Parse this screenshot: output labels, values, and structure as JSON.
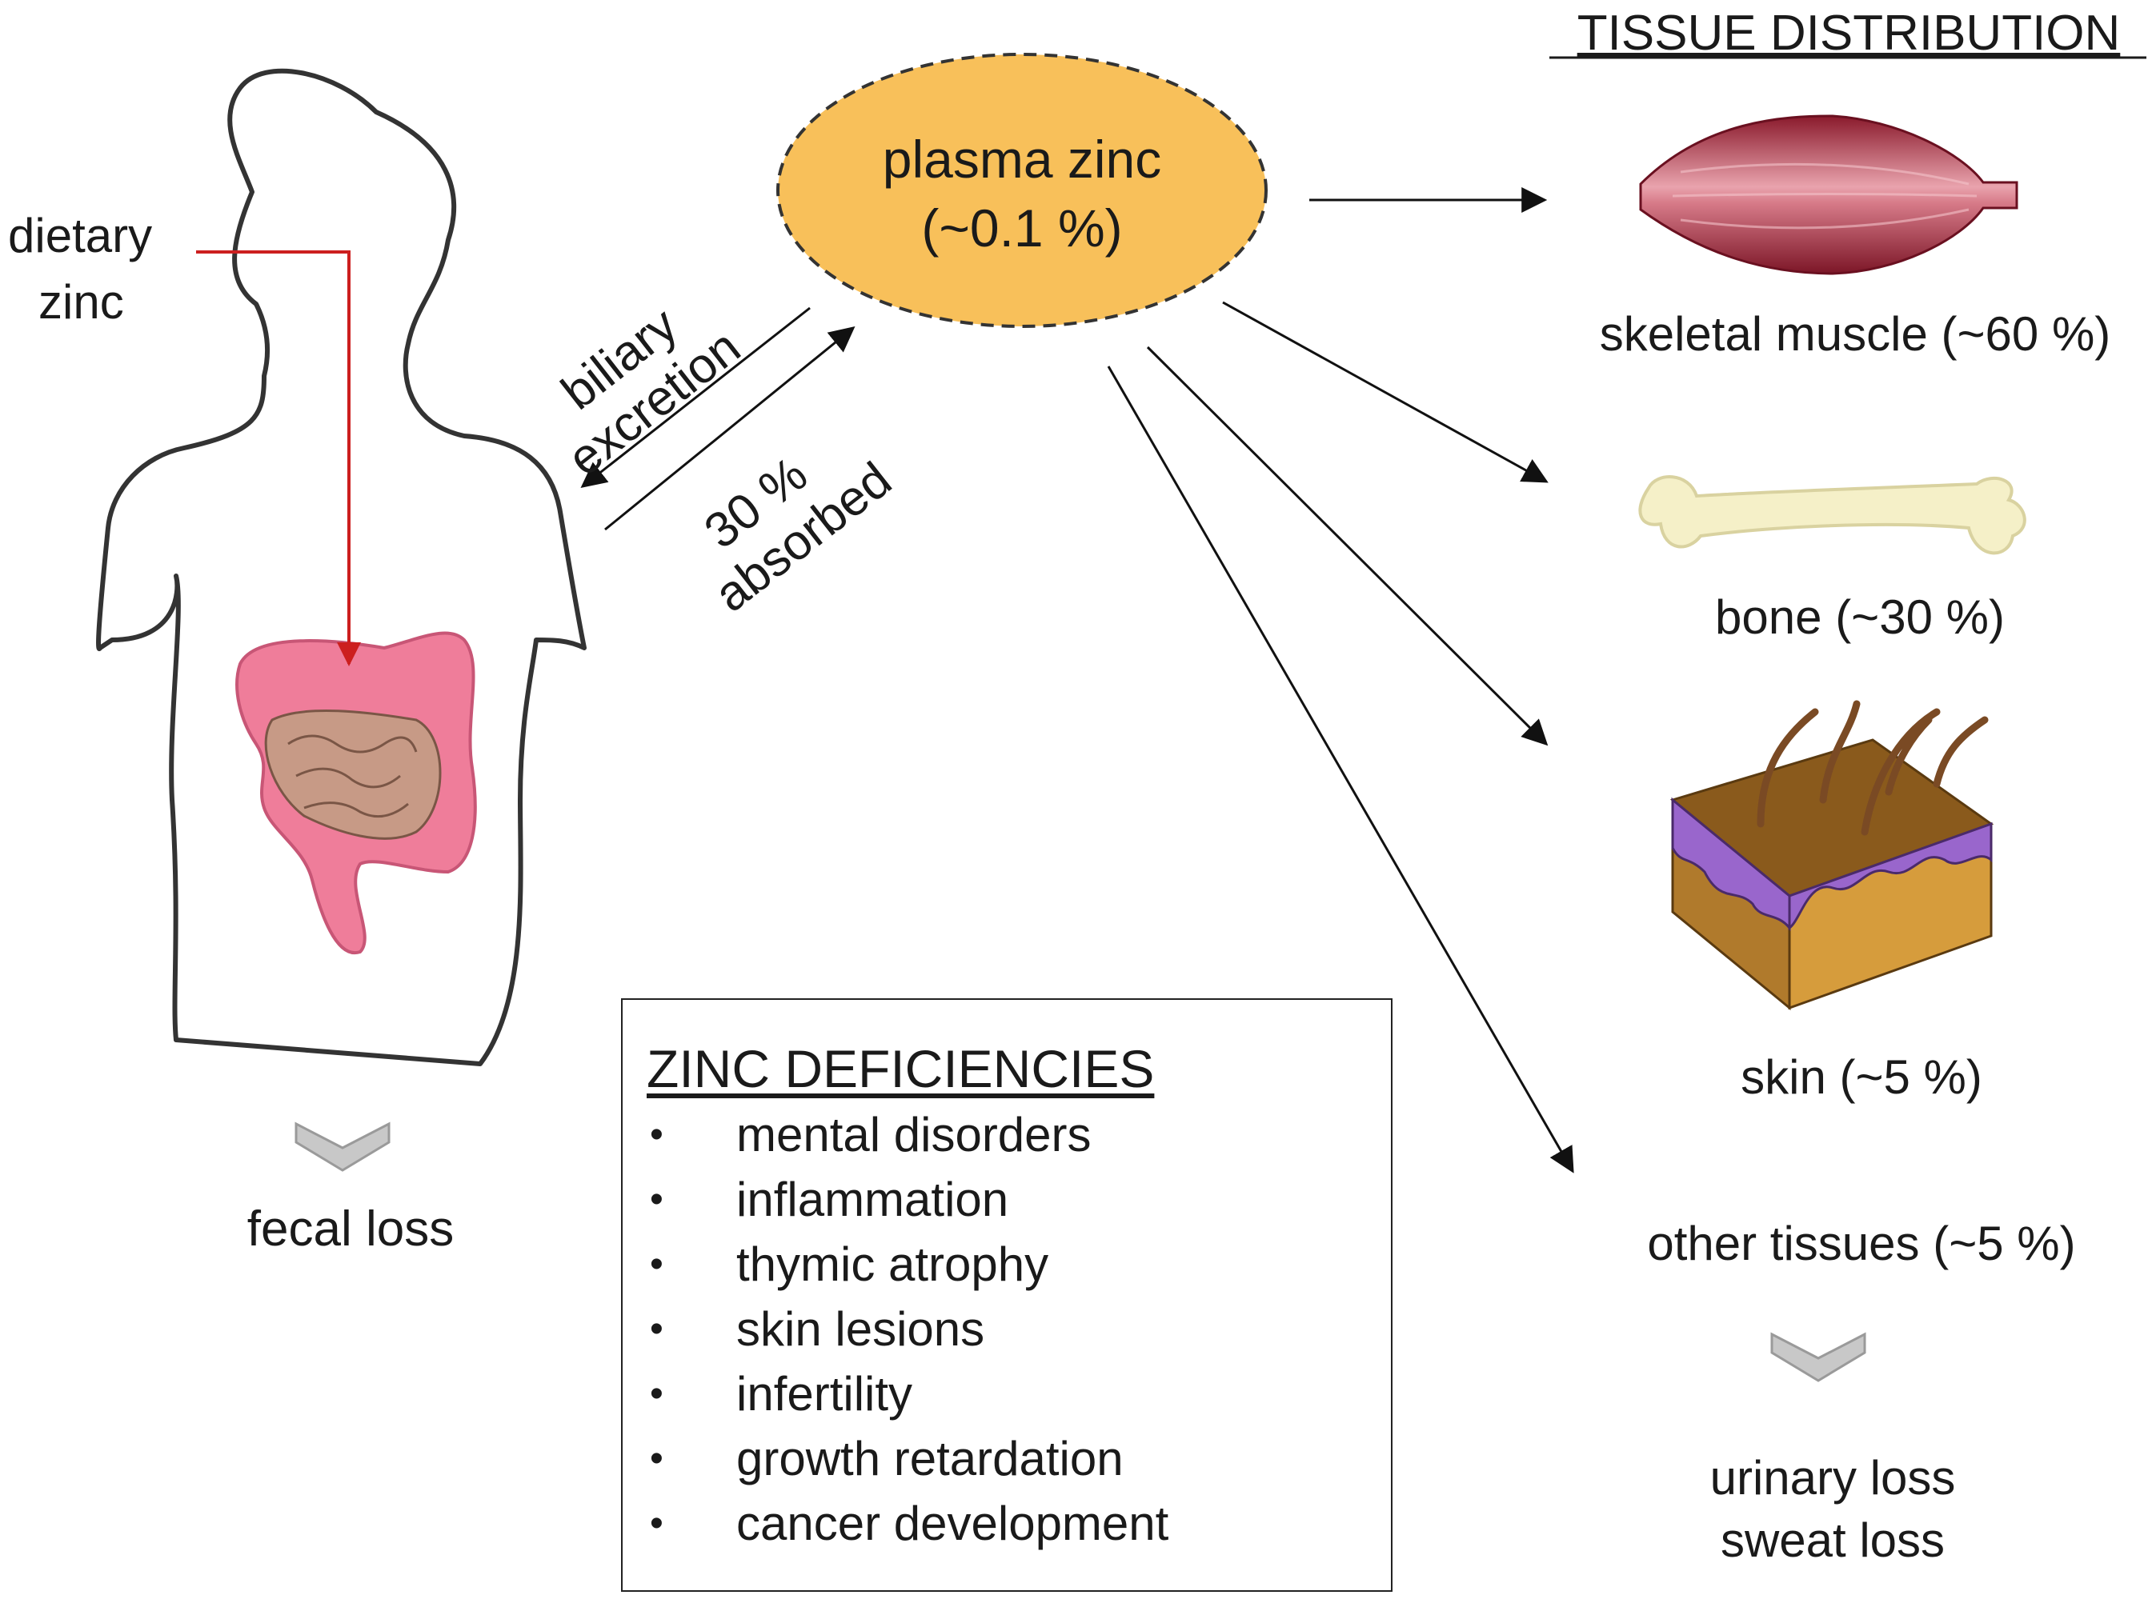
{
  "title": "TISSUE DISTRIBUTION",
  "plasma": {
    "line1": "plasma  zinc",
    "line2": "(~0.1 %)"
  },
  "dietary": {
    "line1": "dietary",
    "line2": "zinc"
  },
  "biliary": {
    "line1": "biliary",
    "line2": "excretion"
  },
  "absorbed": {
    "line1": "30 %",
    "line2": "absorbed"
  },
  "fecal": "fecal loss",
  "tissues": [
    {
      "name": "skeletal-muscle",
      "label": "skeletal muscle (~60 %)",
      "percent": 60
    },
    {
      "name": "bone",
      "label": "bone (~30 %)",
      "percent": 30
    },
    {
      "name": "skin",
      "label": "skin (~5 %)",
      "percent": 5
    },
    {
      "name": "other-tissues",
      "label": "other tissues (~5 %)",
      "percent": 5
    }
  ],
  "losses": {
    "urinary": "urinary  loss",
    "sweat": "sweat loss"
  },
  "deficiencies": {
    "title": "ZINC DEFICIENCIES",
    "bullet": "•",
    "items": [
      "mental disorders",
      "inflammation",
      "thymic atrophy",
      "skin lesions",
      "infertility",
      "growth retardation",
      "cancer development"
    ]
  },
  "colors": {
    "plasma_fill": "#f8c05a",
    "dietary_arrow": "#cc1f1f",
    "intestine": "#ef7d9a",
    "small_intestine": "#c79a86",
    "muscle": "#9c2035",
    "bone": "#f5f0c8",
    "skin_top": "#8a5a1c",
    "skin_layer": "#9966cc",
    "skin_base": "#d69c3c",
    "hair": "#7a4a24",
    "chevron": "#c8c8c8"
  }
}
